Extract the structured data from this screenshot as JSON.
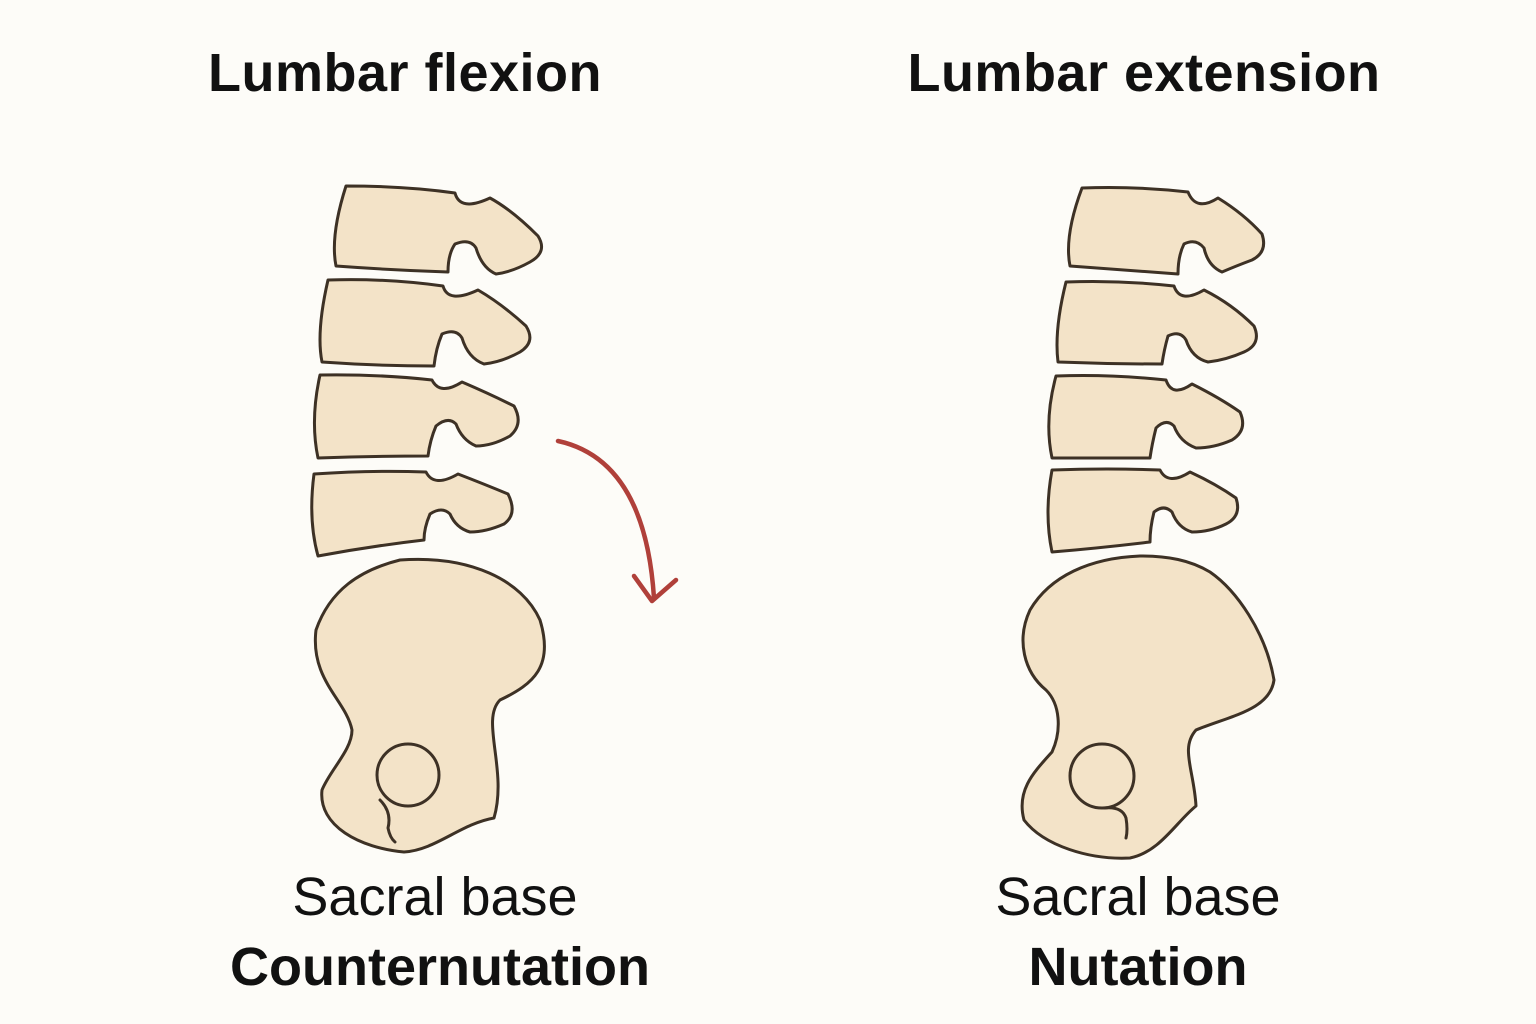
{
  "panels": [
    {
      "title": "Lumbar flexion",
      "caption_line1": "Sacral base",
      "caption_line2": "Counternutation",
      "motion_arrow": "curved-down-arrow"
    },
    {
      "title": "Lumbar extension",
      "caption_line1": "Sacral base",
      "caption_line2": "Nutation"
    }
  ],
  "colors": {
    "background": "#fdfcf8",
    "bone_fill": "#f3e3c8",
    "bone_outline": "#3d3125",
    "arrow": "#b0403a",
    "text": "#111111"
  }
}
